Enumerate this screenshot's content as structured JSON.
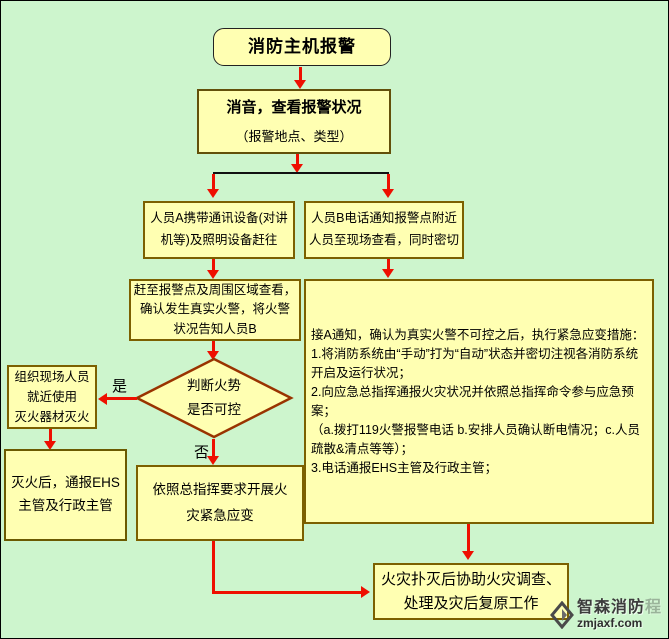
{
  "colors": {
    "background": "#cdf5cd",
    "node_fill": "#ffffb2",
    "node_border": "#7c6000",
    "diamond_border": "#993300",
    "arrow": "#ee0f00",
    "text": "#000000"
  },
  "nodes": {
    "start": {
      "label": "消防主机报警"
    },
    "check": {
      "line1": "消音，查看报警状况",
      "line2": "（报警地点、类型）"
    },
    "person_a": {
      "label": "人员A携带通讯设备(对讲\n机等)及照明设备赶往"
    },
    "person_b": {
      "label": "人员B电话通知报警点附近\n人员至现场查看，同时密切"
    },
    "confirm_fire": {
      "label": "赶至报警点及周围区域查看，\n确认发生真实火警，将火警\n状况告知人员B"
    },
    "decision": {
      "label": "判断火势\n是否可控",
      "yes": "是",
      "no": "否"
    },
    "extinguish": {
      "label": "组织现场人员\n就近使用\n灭火器材灭火"
    },
    "report_after": {
      "label": "灭火后，通报EHS\n主管及行政主管"
    },
    "follow_command": {
      "label": "依照总指挥要求开展火\n灾紧急应变"
    },
    "emergency_steps": {
      "label": "接A通知，确认为真实火警不可控之后，执行紧急应变措施：\n1.将消防系统由“手动”打为“自动”状态并密切注视各消防系统开启及运行状况；\n2.向应急总指挥通报火灾状况并依照总指挥命令参与应急预案；\n（a.拨打119火警报警电话 b.安排人员确认断电情况；c.人员疏散&清点等等）；\n3.电话通报EHS主管及行政主管；"
    },
    "aftermath": {
      "label": "火灾扑灭后协助火灾调查、\n处理及灾后复原工作"
    }
  },
  "watermark": {
    "brand": "智森消防",
    "brand_faint": "程",
    "domain": "zmjaxf.com"
  }
}
